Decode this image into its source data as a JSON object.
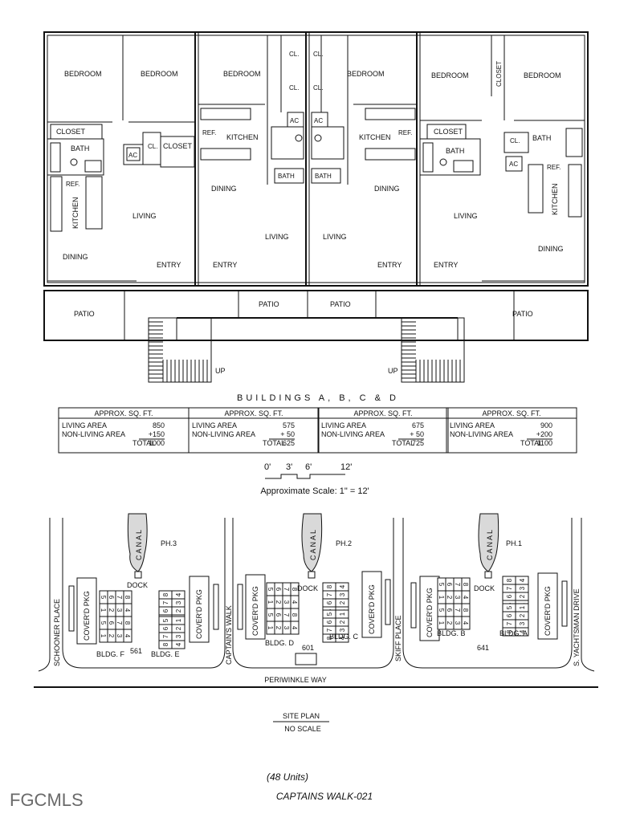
{
  "plan": {
    "rooms": {
      "u1_bed1": "BEDROOM",
      "u1_bed2": "BEDROOM",
      "u1_closet": "CLOSET",
      "u1_cl": "CL.",
      "u1_closet2": "CLOSET",
      "u1_bath": "BATH",
      "u1_ac": "AC",
      "u1_ref": "REF.",
      "u1_kitchen": "KITCHEN",
      "u1_living": "LIVING",
      "u1_dining": "DINING",
      "u1_entry": "ENTRY",
      "u1_patio": "PATIO",
      "u2_bed": "BEDROOM",
      "u2_cl1": "CL.",
      "u2_cl2": "CL.",
      "u2_ref": "REF.",
      "u2_kitchen": "KITCHEN",
      "u2_ac": "AC",
      "u2_bath": "BATH",
      "u2_dining": "DINING",
      "u2_living": "LIVING",
      "u2_entry": "ENTRY",
      "u2_patio": "PATIO",
      "u3_bed": "BEDROOM",
      "u3_cl1": "CL.",
      "u3_cl2": "CL.",
      "u3_ref": "REF.",
      "u3_kitchen": "KITCHEN",
      "u3_ac": "AC",
      "u3_bath": "BATH",
      "u3_dining": "DINING",
      "u3_living": "LIVING",
      "u3_entry": "ENTRY",
      "u3_patio": "PATIO",
      "u4_bed1": "BEDROOM",
      "u4_closet": "CLOSET",
      "u4_bed2": "BEDROOM",
      "u4_closet2": "CLOSET",
      "u4_bath": "BATH",
      "u4_cl": "CL.",
      "u4_bath2": "BATH",
      "u4_ac": "AC",
      "u4_ref": "REF.",
      "u4_living": "LIVING",
      "u4_kitchen": "KITCHEN",
      "u4_dining": "DINING",
      "u4_entry": "ENTRY",
      "u4_patio": "PATIO"
    },
    "up_left": "UP",
    "up_right": "UP"
  },
  "buildings_title": "BUILDINGS A, B, C & D",
  "sqft_tables": [
    {
      "header": "APPROX. SQ. FT.",
      "r1_label": "LIVING AREA",
      "r1_value": "850",
      "r2_label": "NON-LIVING AREA",
      "r2_value": "+150",
      "r3_label": "TOTAL",
      "r3_value": "1000"
    },
    {
      "header": "APPROX. SQ. FT.",
      "r1_label": "LIVING AREA",
      "r1_value": "575",
      "r2_label": "NON-LIVING AREA",
      "r2_value": "+ 50",
      "r3_label": "TOTAL",
      "r3_value": "625"
    },
    {
      "header": "APPROX. SQ. FT.",
      "r1_label": "LIVING AREA",
      "r1_value": "675",
      "r2_label": "NON-LIVING AREA",
      "r2_value": "+ 50",
      "r3_label": "TOTAL",
      "r3_value": "725"
    },
    {
      "header": "APPROX. SQ. FT.",
      "r1_label": "LIVING AREA",
      "r1_value": "900",
      "r2_label": "NON-LIVING AREA",
      "r2_value": "+200",
      "r3_label": "TOTAL",
      "r3_value": "1100"
    }
  ],
  "scale": {
    "t0": "0'",
    "t1": "3'",
    "t2": "6'",
    "t3": "12'",
    "caption": "Approximate Scale: 1\" = 12'"
  },
  "site": {
    "ph3": "PH.3",
    "ph2": "PH.2",
    "ph1": "PH.1",
    "canal": "CANAL",
    "dock": "DOCK",
    "coverd": "COVER'D PKG",
    "streets": {
      "schooner": "SCHOONER PLACE",
      "captains": "CAPTAIN'S WALK",
      "skiff": "SKIFF PLACE",
      "yachtsman": "S. YACHTSMAN DRIVE",
      "periwinkle": "PERIWINKLE WAY"
    },
    "bldg_f": "BLDG. F",
    "bldg_e": "BLDG. E",
    "bldg_d": "BLDG. D",
    "bldg_c": "BLDG. C",
    "bldg_b": "BLDG. B",
    "bldg_a": "BLDG. A",
    "n561": "561",
    "n601": "601",
    "n641": "641",
    "units_a": [
      "5",
      "6",
      "7",
      "8",
      "1",
      "2",
      "3",
      "4"
    ],
    "units_b": [
      "8",
      "7",
      "6",
      "5",
      "4",
      "3",
      "2",
      "1"
    ]
  },
  "site_plan_title": "SITE PLAN",
  "site_plan_sub": "NO SCALE",
  "footer_units": "(48 Units)",
  "footer_name": "CAPTAINS WALK-021",
  "logo": "FGCMLS"
}
